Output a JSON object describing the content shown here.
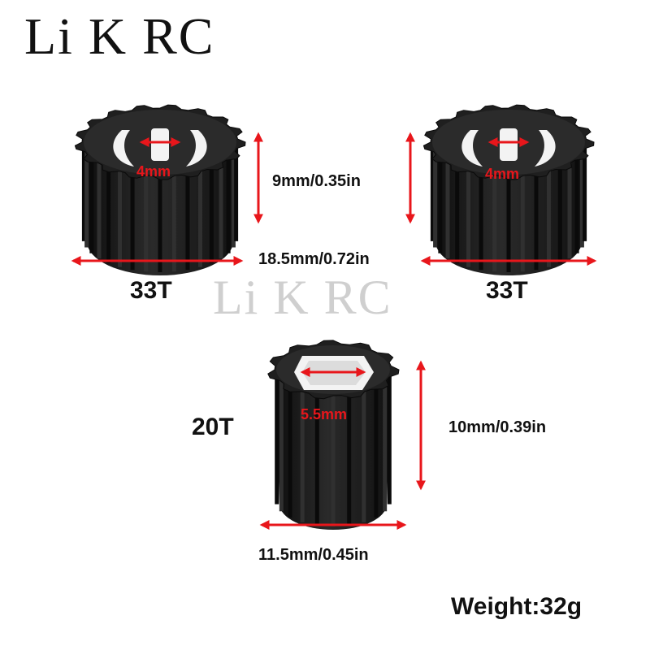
{
  "brand": "Li K RC",
  "watermark": "Li K RC",
  "gears": {
    "left": {
      "teeth_label": "33T",
      "bore_label": "4mm"
    },
    "right": {
      "teeth_label": "33T",
      "bore_label": "4mm"
    },
    "bottom": {
      "teeth_label": "20T",
      "bore_label": "5.5mm"
    }
  },
  "dimensions": {
    "height_33t": "9mm/0.35in",
    "width_33t": "18.5mm/0.72in",
    "height_20t": "10mm/0.39in",
    "width_20t": "11.5mm/0.45in"
  },
  "weight": "Weight:32g",
  "colors": {
    "accent": "#e8161b",
    "gear": "#1b1b1b",
    "text": "#111111",
    "watermark": "#cfcfcf"
  }
}
